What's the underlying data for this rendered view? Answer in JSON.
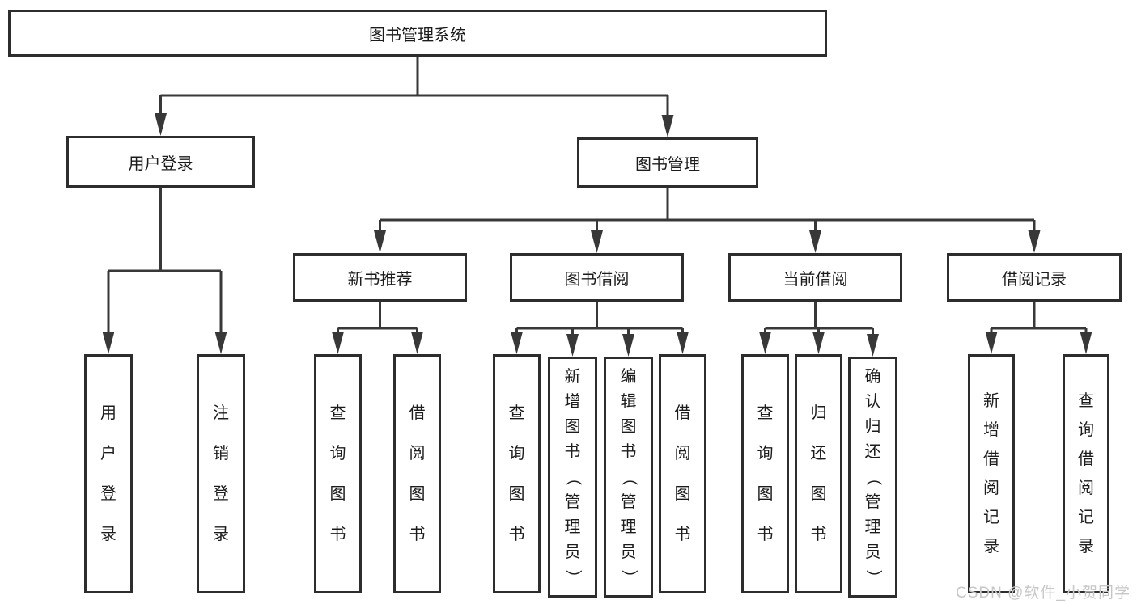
{
  "diagram": {
    "root_label": "图书管理系统",
    "colors": {
      "line": "#383838",
      "box_border": "#2d2d2d",
      "box_fill": "#ffffff",
      "text": "#1c1c1c",
      "watermark": "#c7c7c7"
    },
    "nodes": {
      "root": {
        "label": "图书管理系统",
        "vertical": false
      },
      "user-login": {
        "label": "用户登录",
        "vertical": false
      },
      "book-mgmt": {
        "label": "图书管理",
        "vertical": false
      },
      "new-book-rec": {
        "label": "新书推荐",
        "vertical": false
      },
      "book-borrow": {
        "label": "图书借阅",
        "vertical": false
      },
      "current-borrow": {
        "label": "当前借阅",
        "vertical": false
      },
      "borrow-records": {
        "label": "借阅记录",
        "vertical": false
      },
      "leaf-user-login": {
        "label": "用户登录",
        "vertical": true
      },
      "leaf-logout": {
        "label": "注销登录",
        "vertical": true
      },
      "leaf-query-book-1": {
        "label": "查询图书",
        "vertical": true
      },
      "leaf-borrow-book-1": {
        "label": "借阅图书",
        "vertical": true
      },
      "leaf-query-book-2": {
        "label": "查询图书",
        "vertical": true
      },
      "leaf-add-book": {
        "label": "新增图书（管理员）",
        "vertical": true
      },
      "leaf-edit-book": {
        "label": "编辑图书（管理员）",
        "vertical": true
      },
      "leaf-borrow-book-2": {
        "label": "借阅图书",
        "vertical": true
      },
      "leaf-query-book-3": {
        "label": "查询图书",
        "vertical": true
      },
      "leaf-return-book": {
        "label": "归还图书",
        "vertical": true
      },
      "leaf-confirm-return": {
        "label": "确认归还（管理员）",
        "vertical": true
      },
      "leaf-add-record": {
        "label": "新增借阅记录",
        "vertical": true
      },
      "leaf-query-record": {
        "label": "查询借阅记录",
        "vertical": true
      }
    },
    "edges": [
      {
        "from": "root",
        "to": [
          "user-login",
          "book-mgmt"
        ]
      },
      {
        "from": "user-login",
        "to": [
          "leaf-user-login",
          "leaf-logout"
        ]
      },
      {
        "from": "book-mgmt",
        "to": [
          "new-book-rec",
          "book-borrow",
          "current-borrow",
          "borrow-records"
        ]
      },
      {
        "from": "new-book-rec",
        "to": [
          "leaf-query-book-1",
          "leaf-borrow-book-1"
        ]
      },
      {
        "from": "book-borrow",
        "to": [
          "leaf-query-book-2",
          "leaf-add-book",
          "leaf-edit-book",
          "leaf-borrow-book-2"
        ]
      },
      {
        "from": "current-borrow",
        "to": [
          "leaf-query-book-3",
          "leaf-return-book",
          "leaf-confirm-return"
        ]
      },
      {
        "from": "borrow-records",
        "to": [
          "leaf-add-record",
          "leaf-query-record"
        ]
      }
    ],
    "watermark": "CSDN @软件_小贺同学"
  }
}
